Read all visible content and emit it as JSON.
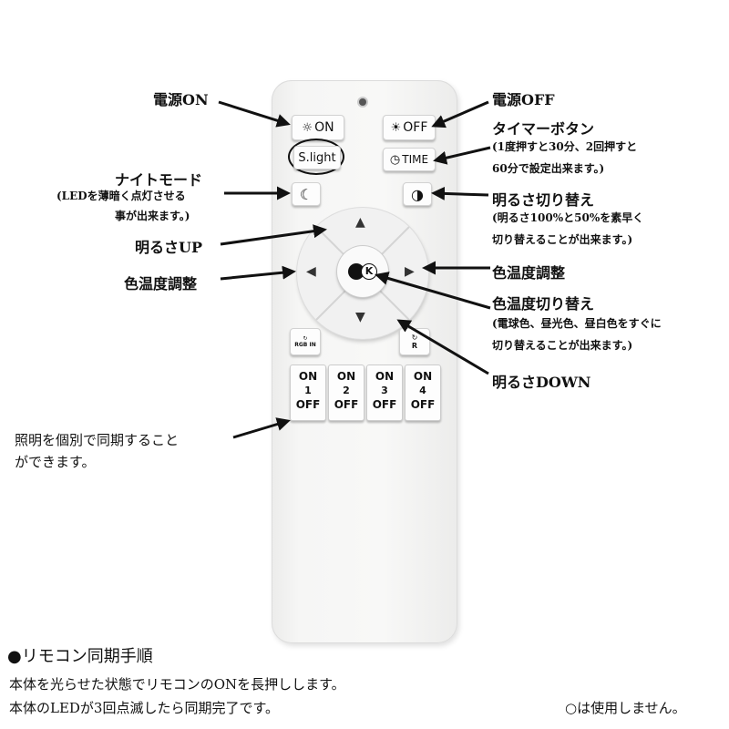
{
  "remote": {
    "buttons": {
      "power_on": {
        "icon": "☼",
        "label": "ON"
      },
      "power_off": {
        "icon": "☀",
        "label": "OFF"
      },
      "slight": {
        "label": "S.light"
      },
      "time": {
        "icon": "◷",
        "label": "TIME"
      },
      "night": {
        "icon": "☾"
      },
      "brightness": {
        "icon": "◑"
      },
      "dpad_up": "▲",
      "dpad_down": "▼",
      "dpad_left": "◀",
      "dpad_right": "▶",
      "color_cycle": {
        "label": "K"
      },
      "rgb_in": {
        "label": "RGB IN"
      },
      "rgb_r": {
        "label": "R"
      }
    },
    "zones": [
      {
        "on": "ON",
        "number": "1",
        "off": "OFF"
      },
      {
        "on": "ON",
        "number": "2",
        "off": "OFF"
      },
      {
        "on": "ON",
        "number": "3",
        "off": "OFF"
      },
      {
        "on": "ON",
        "number": "4",
        "off": "OFF"
      }
    ]
  },
  "labels": {
    "power_on": "電源ON",
    "power_off": "電源OFF",
    "timer_title": "タイマーボタン",
    "timer_desc_1": "(1度押すと30分、2回押すと",
    "timer_desc_2": "60分で設定出来ます。)",
    "night_title": "ナイトモード",
    "night_desc_1": "(LEDを薄暗く点灯させる",
    "night_desc_2": "事が出来ます。)",
    "bright_switch_title": "明るさ切り替え",
    "bright_switch_desc_1": "(明るさ100%と50%を素早く",
    "bright_switch_desc_2": "切り替えることが出来ます。)",
    "bright_up": "明るさUP",
    "color_temp_left": "色温度調整",
    "color_temp_right": "色温度調整",
    "color_switch_title": "色温度切り替え",
    "color_switch_desc_1": "(電球色、昼光色、昼白色をすぐに",
    "color_switch_desc_2": "切り替えることが出来ます。)",
    "bright_down": "明るさDOWN",
    "sync_line_1": "照明を個別で同期すること",
    "sync_line_2": "ができます。"
  },
  "footer": {
    "heading": "●リモコン同期手順",
    "line_1": "本体を光らせた状態でリモコンのONを長押しします。",
    "line_2": "本体のLEDが3回点滅したら同期完了です。",
    "note": "○は使用しません。"
  }
}
